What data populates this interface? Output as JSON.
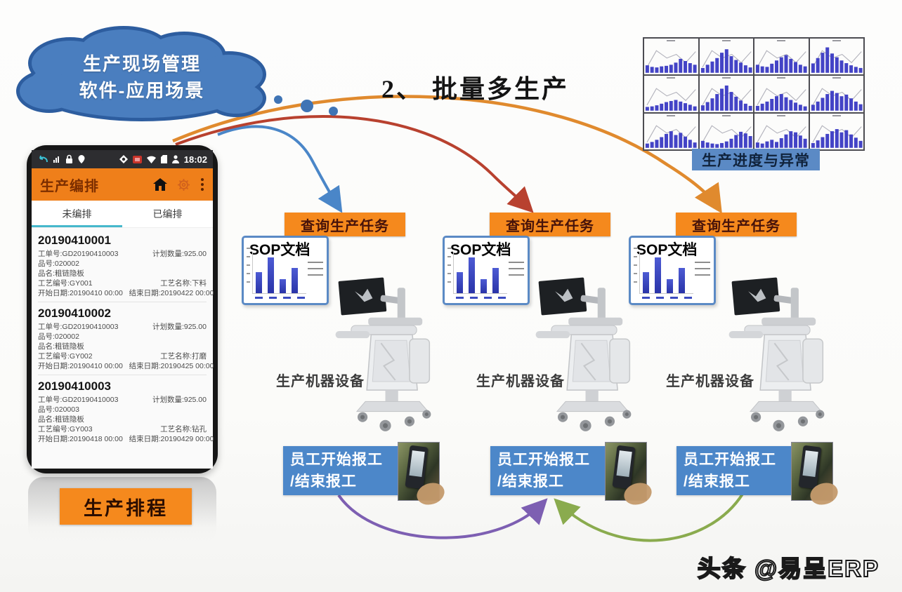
{
  "cloud": {
    "line1": "生产现场管理",
    "line2": "软件-应用场景"
  },
  "title": "2、 批量多生产",
  "progress_wall": {
    "caption": "生产进度与异常",
    "cells": [
      [
        28,
        22,
        20,
        24,
        26,
        30,
        38,
        52,
        44,
        36,
        30
      ],
      [
        18,
        30,
        42,
        55,
        75,
        88,
        62,
        48,
        38,
        28,
        20
      ],
      [
        30,
        24,
        22,
        34,
        46,
        58,
        66,
        52,
        40,
        30,
        24
      ],
      [
        35,
        55,
        75,
        95,
        72,
        58,
        46,
        36,
        28,
        22,
        18
      ],
      [
        14,
        16,
        20,
        26,
        32,
        36,
        40,
        34,
        28,
        22,
        16
      ],
      [
        20,
        32,
        46,
        62,
        82,
        94,
        70,
        52,
        38,
        26,
        18
      ],
      [
        18,
        26,
        34,
        44,
        54,
        62,
        50,
        40,
        30,
        22,
        16
      ],
      [
        22,
        34,
        48,
        62,
        74,
        66,
        54,
        60,
        46,
        34,
        24
      ],
      [
        16,
        22,
        30,
        40,
        52,
        62,
        48,
        56,
        42,
        30,
        20
      ],
      [
        26,
        20,
        16,
        14,
        18,
        24,
        34,
        48,
        60,
        54,
        44
      ],
      [
        20,
        16,
        24,
        30,
        22,
        36,
        50,
        62,
        58,
        46,
        34
      ],
      [
        18,
        28,
        40,
        52,
        62,
        70,
        58,
        66,
        50,
        38,
        26
      ]
    ]
  },
  "phone": {
    "status": {
      "time": "18:02"
    },
    "header": {
      "title": "生产编排"
    },
    "tabs": [
      {
        "label": "未编排",
        "active": true
      },
      {
        "label": "已编排",
        "active": false
      }
    ],
    "orders": [
      {
        "id": "20190410001",
        "rows": [
          {
            "left": "工单号:GD20190410003",
            "right": "计划数量:925.00"
          },
          {
            "left": "品号:020002",
            "right": ""
          },
          {
            "left": "品名:粗链隐板",
            "right": ""
          },
          {
            "left": "工艺编号:GY001",
            "right": "工艺名称:下料"
          },
          {
            "left": "开始日期:20190410 00:00",
            "right": "结束日期:20190422 00:00"
          }
        ]
      },
      {
        "id": "20190410002",
        "rows": [
          {
            "left": "工单号:GD20190410003",
            "right": "计划数量:925.00"
          },
          {
            "left": "品号:020002",
            "right": ""
          },
          {
            "left": "品名:粗链隐板",
            "right": ""
          },
          {
            "left": "工艺编号:GY002",
            "right": "工艺名称:打磨"
          },
          {
            "left": "开始日期:20190410 00:00",
            "right": "结束日期:20190425 00:00"
          }
        ]
      },
      {
        "id": "20190410003",
        "rows": [
          {
            "left": "工单号:GD20190410003",
            "right": "计划数量:925.00"
          },
          {
            "left": "品号:020003",
            "right": ""
          },
          {
            "left": "品名:粗链隐板",
            "right": ""
          },
          {
            "left": "工艺编号:GY003",
            "right": "工艺名称:钻孔"
          },
          {
            "left": "开始日期:20190418 00:00",
            "right": "结束日期:20190429 00:00"
          }
        ]
      }
    ]
  },
  "schedule_label": "生产排程",
  "columns": [
    {
      "query_label": "查询生产任务",
      "sop_title": "SOP文档",
      "sop_bars": [
        52,
        88,
        34,
        62
      ],
      "machine_label": "生产机器设备",
      "report_line1": "员工开始报工",
      "report_line2": "/结束报工"
    },
    {
      "query_label": "查询生产任务",
      "sop_title": "SOP文档",
      "sop_bars": [
        52,
        88,
        34,
        62
      ],
      "machine_label": "生产机器设备",
      "report_line1": "员工开始报工",
      "report_line2": "/结束报工"
    },
    {
      "query_label": "查询生产任务",
      "sop_title": "SOP文档",
      "sop_bars": [
        52,
        88,
        34,
        62
      ],
      "machine_label": "生产机器设备",
      "report_line1": "员工开始报工",
      "report_line2": "/结束报工"
    }
  ],
  "watermark": "头条 @易呈ERP",
  "colors": {
    "orange": "#f5891d",
    "header_orange": "#ef7f1a",
    "blue_label": "#4c87c9",
    "cloud_blue": "#4a7ebf",
    "bar_blue": "#4343c6",
    "tab_teal": "#46b8cc",
    "arrow_blue": "#4a86c8",
    "arrow_red": "#b8412f",
    "arrow_orange": "#e08a2e",
    "arrow_purple": "#7d5fb2",
    "arrow_green": "#8aab4e"
  }
}
